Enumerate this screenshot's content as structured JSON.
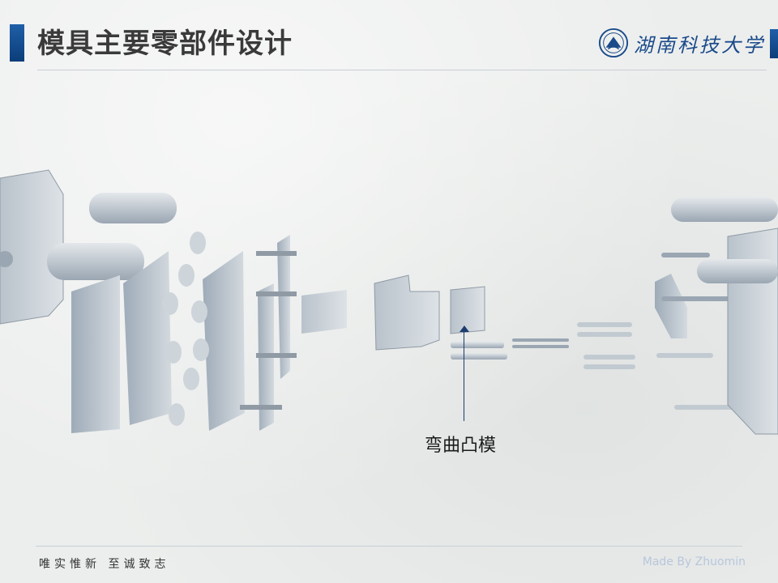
{
  "header": {
    "title": "模具主要零部件设计",
    "logo": {
      "text": "湖南科技大学",
      "icon": "university-seal-icon",
      "color": "#1a4a8a"
    },
    "accent_color": "#1f5fa8"
  },
  "diagram": {
    "icon": "exploded-die-assembly-illustration",
    "callout": {
      "label": "弯曲凸模"
    }
  },
  "footer": {
    "motto": "唯实惟新 至诚致志",
    "credit": "Made By Zhuomin"
  }
}
